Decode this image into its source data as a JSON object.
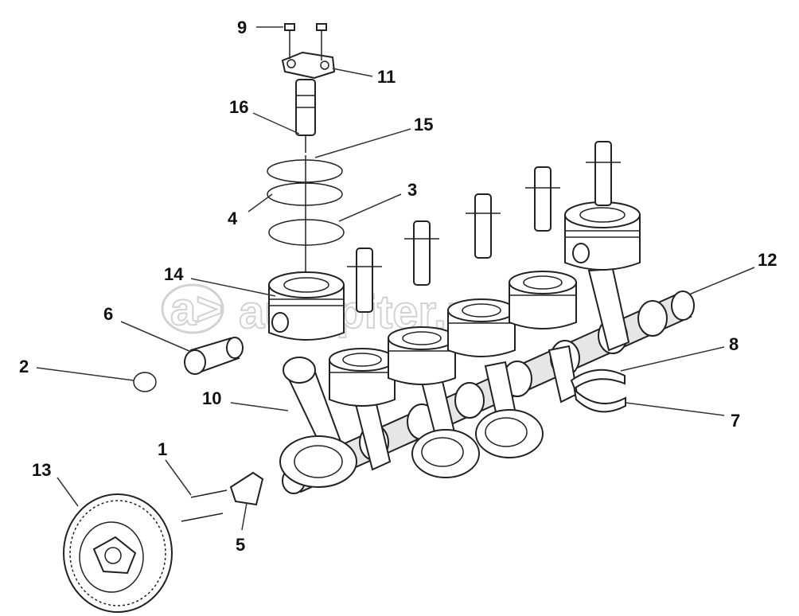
{
  "watermark": {
    "logo_symbol": "a>",
    "text": "autopiter.ru"
  },
  "callouts": [
    {
      "id": "c1",
      "label": "1"
    },
    {
      "id": "c2",
      "label": "2"
    },
    {
      "id": "c3",
      "label": "3"
    },
    {
      "id": "c4",
      "label": "4"
    },
    {
      "id": "c5",
      "label": "5"
    },
    {
      "id": "c6",
      "label": "6"
    },
    {
      "id": "c7",
      "label": "7"
    },
    {
      "id": "c8",
      "label": "8"
    },
    {
      "id": "c9",
      "label": "9"
    },
    {
      "id": "c10",
      "label": "10"
    },
    {
      "id": "c11",
      "label": "11"
    },
    {
      "id": "c12",
      "label": "12"
    },
    {
      "id": "c13",
      "label": "13"
    },
    {
      "id": "c14",
      "label": "14"
    },
    {
      "id": "c15",
      "label": "15"
    },
    {
      "id": "c16",
      "label": "16"
    }
  ]
}
